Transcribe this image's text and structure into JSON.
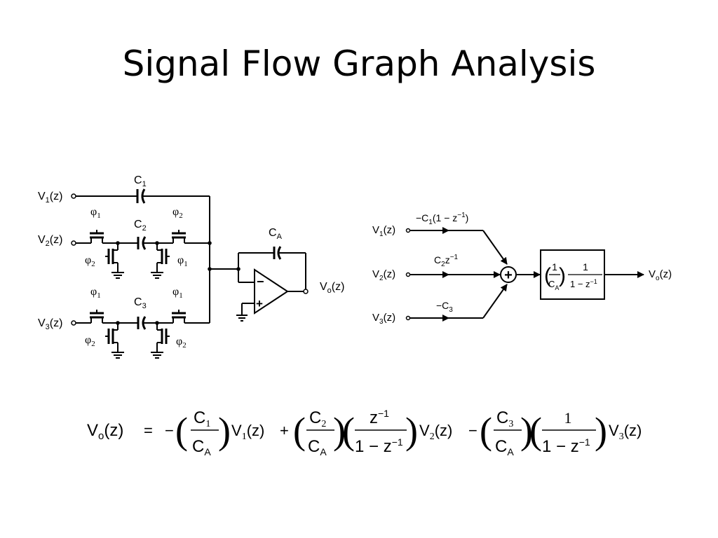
{
  "slide": {
    "title": "Signal Flow Graph Analysis"
  },
  "circuit": {
    "inputs": [
      "V",
      "V",
      "V"
    ],
    "input_subs": [
      "1",
      "2",
      "3"
    ],
    "input_suffix": "(z)",
    "cap_letter": "C",
    "cap_subs": [
      "1",
      "2",
      "3",
      "A"
    ],
    "phi": "φ",
    "phi_subs": [
      "1",
      "2",
      "1",
      "2",
      "1",
      "1",
      "2",
      "2"
    ],
    "opamp_minus": "−",
    "opamp_plus": "+",
    "output_label": "V",
    "output_sub": "o",
    "output_suffix": "(z)"
  },
  "flowgraph": {
    "input_labels": [
      "V",
      "V",
      "V"
    ],
    "input_subs": [
      "1",
      "2",
      "3"
    ],
    "input_suffix": "(z)",
    "gain1": {
      "pre": "−C",
      "sub": "1",
      "mid": "(1 − z",
      "sup": "−1",
      "post": ")"
    },
    "gain2": {
      "pre": "C",
      "sub": "2",
      "mid": "z",
      "sup": "−1"
    },
    "gain3": {
      "pre": "−C",
      "sub": "3"
    },
    "summer": "+",
    "block": {
      "num1": "1",
      "den1": "C",
      "den1_sub": "A",
      "num2": "1",
      "den2": "1 − z",
      "den2_sup": "−1"
    },
    "output_label": "V",
    "output_sub": "o",
    "output_suffix": "(z)"
  },
  "equation": {
    "lhs": "V",
    "lhs_sub": "o",
    "lhs_arg": "(z)",
    "eq": "=",
    "minus1": "−",
    "plus": "+",
    "minus2": "−",
    "c1": "C",
    "c1_sub": "1",
    "ca1": "C",
    "ca1_sub": "A",
    "v1": "V",
    "v1_sub": "1",
    "v1_arg": "(z)",
    "c2": "C",
    "c2_sub": "2",
    "ca2": "C",
    "ca2_sub": "A",
    "zinv": "z",
    "zinv_sup": "−1",
    "den_a": "1 − z",
    "den_a_sup": "−1",
    "v2": "V",
    "v2_sub": "2",
    "v2_arg": "(z)",
    "c3": "C",
    "c3_sub": "3",
    "ca3": "C",
    "ca3_sub": "A",
    "one": "1",
    "den_b": "1 − z",
    "den_b_sup": "−1",
    "v3": "V",
    "v3_sub": "3",
    "v3_arg": "(z)"
  }
}
